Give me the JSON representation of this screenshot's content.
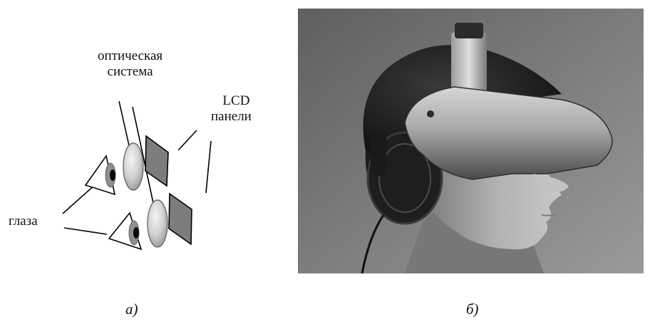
{
  "left_panel": {
    "optics_label_line1": "оптическая",
    "optics_label_line2": "система",
    "lcd_label_line1": "LCD",
    "lcd_label_line2": "панели",
    "eyes_label": "глаза",
    "caption": "а)"
  },
  "right_panel": {
    "caption": "б)"
  }
}
